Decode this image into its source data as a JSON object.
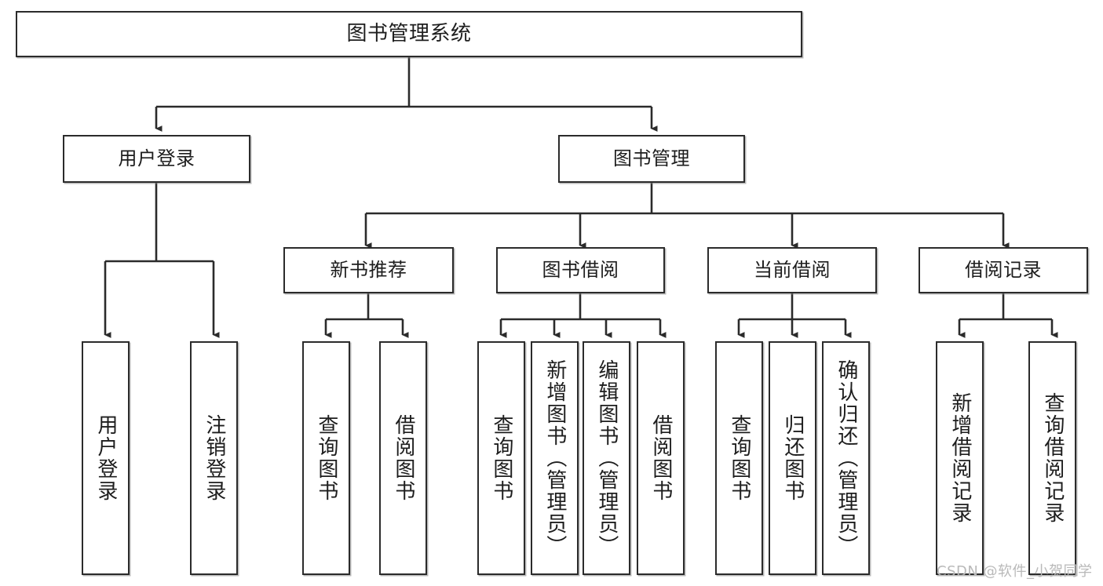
{
  "diagram": {
    "title": "图书管理系统",
    "type": "tree-hierarchy-diagram",
    "watermark": "CSDN @软件_小贺同学",
    "colors": {
      "node_border": "#2b2b2b",
      "node_fill": "#ffffff",
      "edge": "#2b2b2b",
      "text": "#1d1d1d",
      "watermark": "#b9b9b9",
      "background": "#ffffff"
    },
    "root": {
      "label": "图书管理系统"
    },
    "level1": [
      {
        "id": "user-login",
        "label": "用户登录"
      },
      {
        "id": "book-management",
        "label": "图书管理"
      }
    ],
    "level2": [
      {
        "id": "new-book-recommend",
        "label": "新书推荐"
      },
      {
        "id": "book-borrow",
        "label": "图书借阅"
      },
      {
        "id": "current-borrow",
        "label": "当前借阅"
      },
      {
        "id": "borrow-record",
        "label": "借阅记录"
      }
    ],
    "leaves": {
      "user_login": [
        {
          "id": "leaf-user-login",
          "label": "用户登录"
        },
        {
          "id": "leaf-logout-login",
          "label": "注销登录"
        }
      ],
      "new_book_recommend": [
        {
          "id": "leaf-query-book-1",
          "label": "查询图书"
        },
        {
          "id": "leaf-borrow-book-1",
          "label": "借阅图书"
        }
      ],
      "book_borrow": [
        {
          "id": "leaf-query-book-2",
          "label": "查询图书"
        },
        {
          "id": "leaf-add-book",
          "label": "新增图书（管理员）"
        },
        {
          "id": "leaf-edit-book",
          "label": "编辑图书（管理员）"
        },
        {
          "id": "leaf-borrow-book-2",
          "label": "借阅图书"
        }
      ],
      "current_borrow": [
        {
          "id": "leaf-query-book-3",
          "label": "查询图书"
        },
        {
          "id": "leaf-return-book",
          "label": "归还图书"
        },
        {
          "id": "leaf-confirm-return",
          "label": "确认归还（管理员）"
        }
      ],
      "borrow_record": [
        {
          "id": "leaf-add-record",
          "label": "新增借阅记录"
        },
        {
          "id": "leaf-query-record",
          "label": "查询借阅记录"
        }
      ]
    }
  }
}
